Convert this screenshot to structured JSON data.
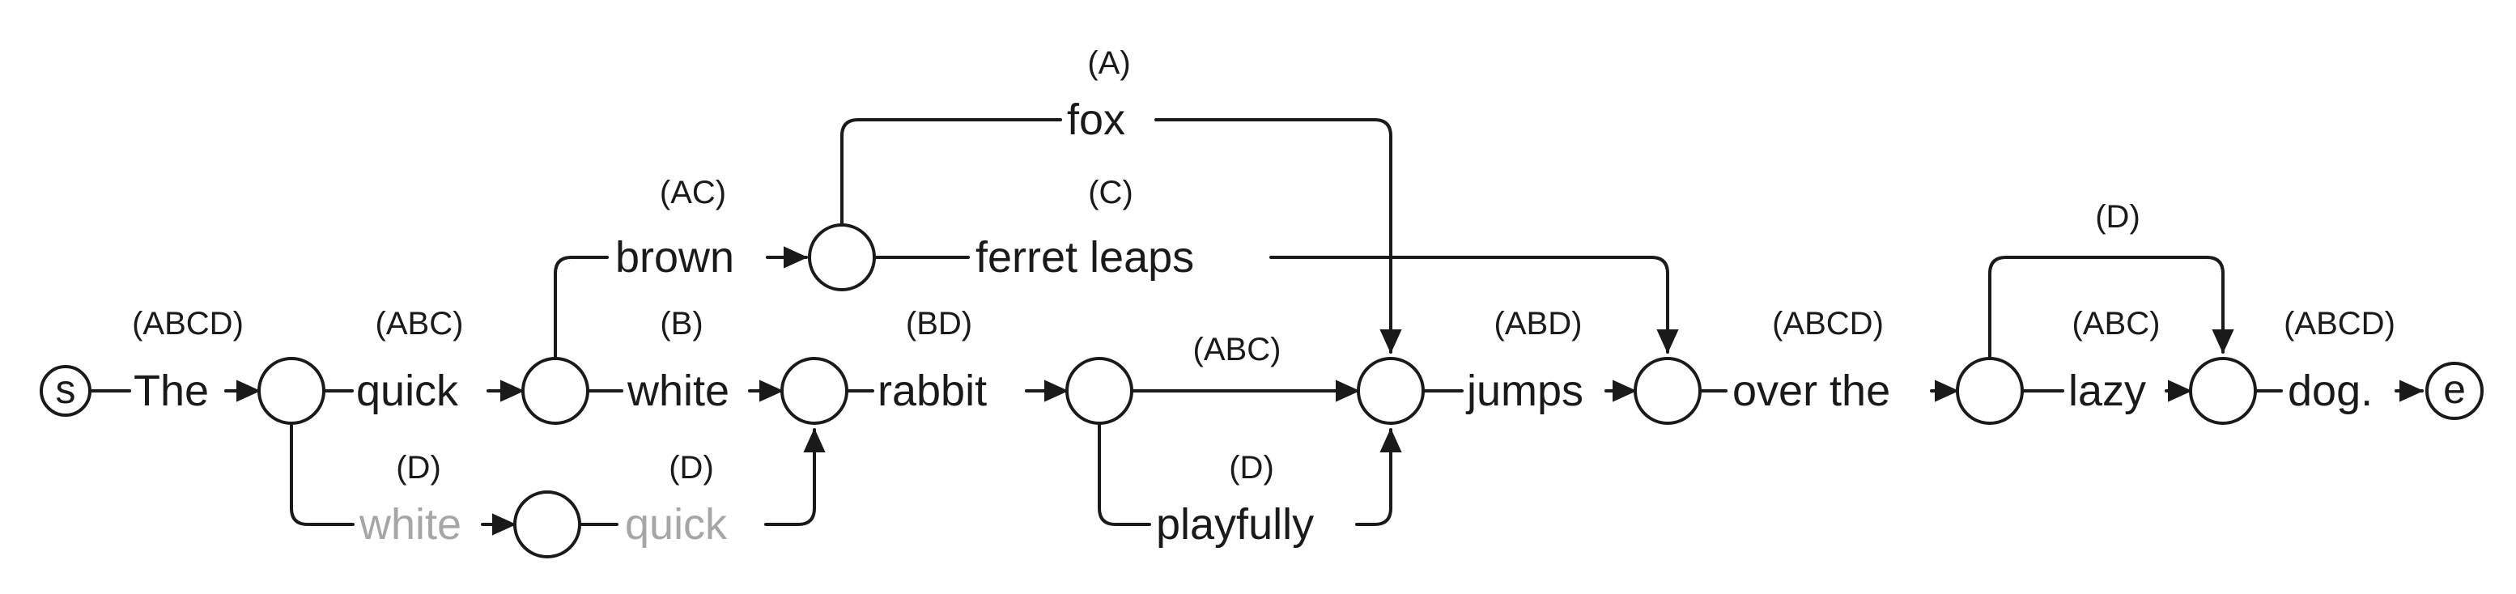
{
  "colors": {
    "ink": "#1a1a1a",
    "secondary_path": "#a6a6a6"
  },
  "nodes": {
    "start": "s",
    "end": "e"
  },
  "words": {
    "the": "The",
    "quick": "quick",
    "brown": "brown",
    "fox": "fox",
    "ferret_leaps": "ferret leaps",
    "white": "white",
    "rabbit": "rabbit",
    "jumps": "jumps",
    "over_the": "over the",
    "lazy": "lazy",
    "dog": "dog.",
    "white_alt": "white",
    "quick_alt": "quick",
    "playfully": "playfully"
  },
  "tags": {
    "the": "(ABCD)",
    "quick": "(ABC)",
    "brown": "(AC)",
    "fox": "(A)",
    "ferret_leaps": "(C)",
    "white": "(B)",
    "rabbit": "(BD)",
    "rabbit_direct": "(ABC)",
    "jumps": "(ABD)",
    "over_the": "(ABCD)",
    "lazy_skip": "(D)",
    "lazy": "(ABC)",
    "dog": "(ABCD)",
    "white_alt": "(D)",
    "quick_alt": "(D)",
    "playfully": "(D)"
  }
}
